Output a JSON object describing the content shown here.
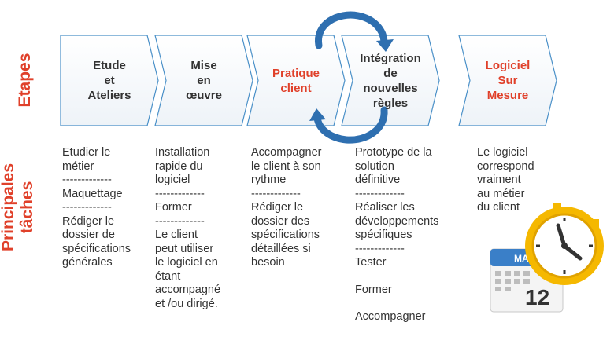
{
  "row_labels": {
    "etapes": "Etapes",
    "taches_line1": "Principales",
    "taches_line2": "tâches"
  },
  "steps": [
    {
      "label": "Etude\net\nAteliers",
      "highlight": false
    },
    {
      "label": "Mise\nen\nœuvre",
      "highlight": false
    },
    {
      "label": "Pratique\nclient",
      "highlight": true
    },
    {
      "label": "Intégration\nde\nnouvelles\nrègles",
      "highlight": false
    },
    {
      "label": "Logiciel\nSur\nMesure",
      "highlight": true
    }
  ],
  "tasks": [
    {
      "lines": [
        "Etudier le\nmétier\n-------------\nMaquettage\n-------------\nRédiger le\ndossier de\nspécifications\ngénérales"
      ]
    },
    {
      "lines": [
        "Installation\nrapide du\nlogiciel\n-------------\nFormer\n-------------\nLe client\npeut utiliser\nle logiciel en\nétant\naccompagné\net /ou dirigé."
      ]
    },
    {
      "lines": [
        "Accompagner\nle client à son\nrythme\n-------------\nRédiger le\ndossier des\nspécifications\ndétaillées si\nbesoin"
      ]
    },
    {
      "lines": [
        "Prototype de la\nsolution\ndéfinitive\n-------------\nRéaliser les\ndéveloppements\nspécifiques\n-------------\nTester",
        "Former",
        "Accompagner"
      ]
    },
    {
      "lines": [
        "Le logiciel\ncorrespond\nvraiment\nau métier\ndu client"
      ]
    }
  ],
  "calendar": {
    "month": "MA",
    "day": "12"
  },
  "colors": {
    "accent": "#e0402a",
    "text": "#333333",
    "chevron_border": "#4a90c8",
    "cycle_arrow": "#2e6fb0",
    "clock_gold": "#f5b800"
  },
  "icons": {
    "cycle": "circular-arrows-icon",
    "calendar_clock": "calendar-clock-icon"
  }
}
